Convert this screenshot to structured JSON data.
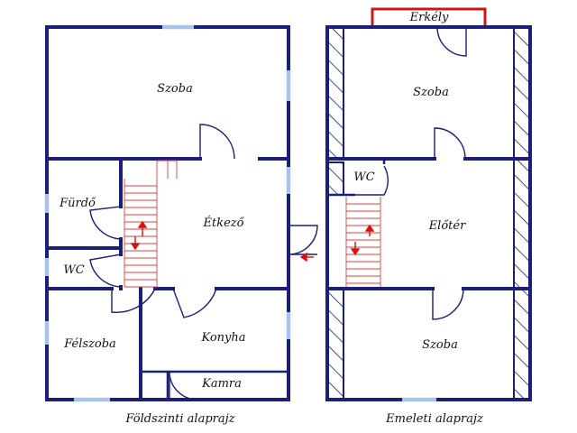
{
  "plans": [
    {
      "caption": "Földszinti alaprajz",
      "rooms": {
        "szoba": "Szoba",
        "furdo": "Fürdő",
        "wc": "WC",
        "etkezo": "Étkező",
        "felszoba": "Félszoba",
        "konyha": "Konyha",
        "kamra": "Kamra"
      }
    },
    {
      "caption": "Emeleti alaprajz",
      "rooms": {
        "erkely": "Erkély",
        "szoba_top": "Szoba",
        "wc": "WC",
        "eloter": "Előtér",
        "szoba_bottom": "Szoba"
      }
    }
  ],
  "colors": {
    "wall": "#1a1f7a",
    "window": "#a8c4e8",
    "stairs": "#d84040",
    "arrows": "#d81010",
    "balcony": "#c81818"
  }
}
